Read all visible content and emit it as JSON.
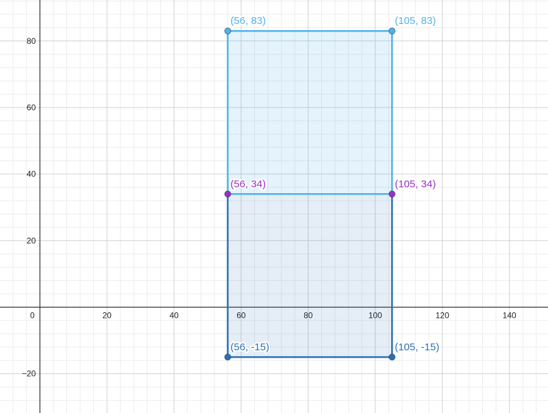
{
  "chart_data": {
    "type": "scatter",
    "title": "",
    "xlabel": "",
    "ylabel": "",
    "xlim": [
      -11.9,
      151.5
    ],
    "ylim": [
      -31.8,
      92.3
    ],
    "grid": true,
    "x_ticks": [
      {
        "value": 0,
        "label": "0"
      },
      {
        "value": 20,
        "label": "20"
      },
      {
        "value": 40,
        "label": "40"
      },
      {
        "value": 60,
        "label": "60"
      },
      {
        "value": 80,
        "label": "80"
      },
      {
        "value": 100,
        "label": "100"
      },
      {
        "value": 120,
        "label": "120"
      },
      {
        "value": 140,
        "label": "140"
      }
    ],
    "y_ticks": [
      {
        "value": 80,
        "label": "80"
      },
      {
        "value": 60,
        "label": "60"
      },
      {
        "value": 40,
        "label": "40"
      },
      {
        "value": 20,
        "label": "20"
      },
      {
        "value": -20,
        "label": "−20"
      }
    ],
    "series": [
      {
        "color": "#2d70b3",
        "fill": "#2d70b3",
        "fill_opacity": 0.12,
        "points": [
          {
            "x": 56,
            "y": -15,
            "label": "(56, -15)"
          },
          {
            "x": 105,
            "y": -15,
            "label": "(105, -15)"
          },
          {
            "x": 105,
            "y": 34
          },
          {
            "x": 56,
            "y": 34
          }
        ]
      },
      {
        "color": "#4fb3ea",
        "fill": "#4fb3ea",
        "fill_opacity": 0.15,
        "points": [
          {
            "x": 56,
            "y": 34
          },
          {
            "x": 105,
            "y": 34
          },
          {
            "x": 105,
            "y": 83,
            "label": "(105, 83)"
          },
          {
            "x": 56,
            "y": 83,
            "label": "(56, 83)"
          }
        ]
      },
      {
        "color": "#9b2fc4",
        "points": [
          {
            "x": 56,
            "y": 34,
            "label": "(56, 34)"
          },
          {
            "x": 105,
            "y": 34,
            "label": "(105, 34)"
          }
        ]
      }
    ]
  }
}
